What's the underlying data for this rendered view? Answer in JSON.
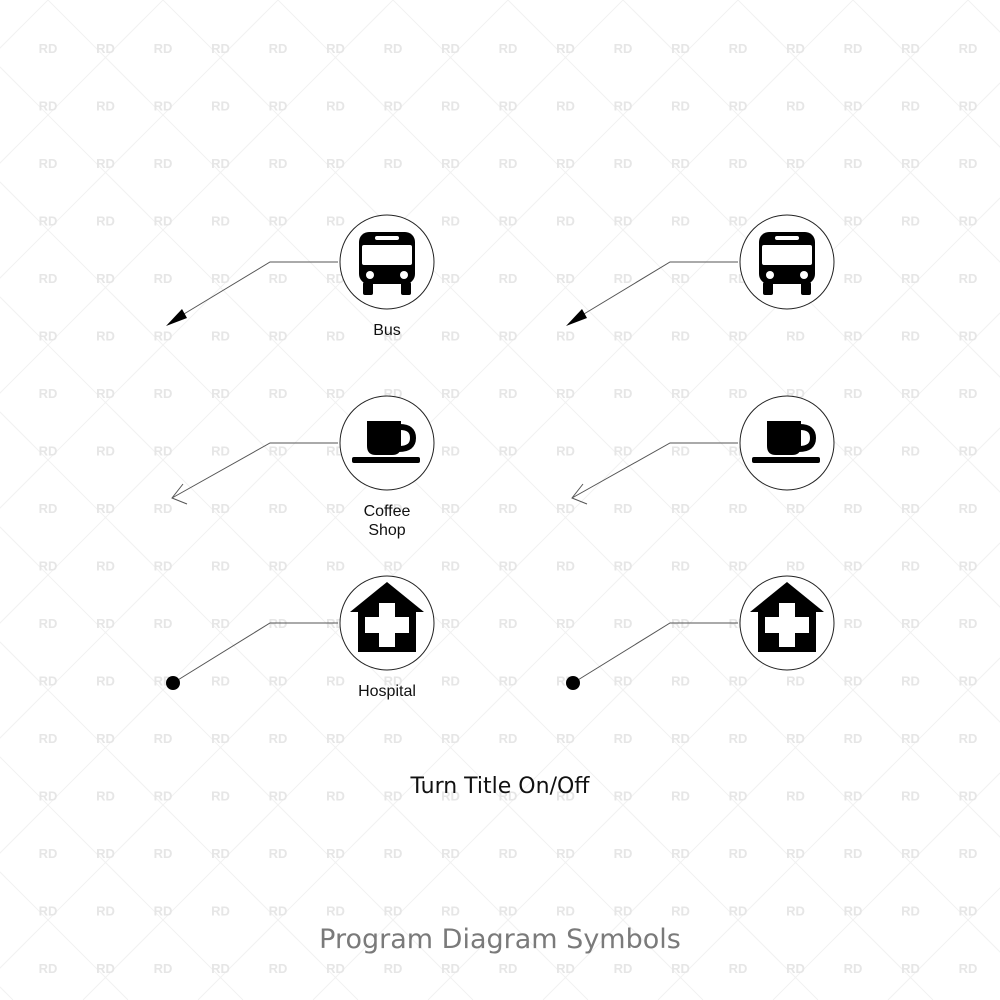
{
  "watermark": {
    "text": "RD",
    "color": "#e6e6e6"
  },
  "colors": {
    "stroke": "#222222",
    "icon_fill": "#000000",
    "leader": "#555555"
  },
  "symbols": {
    "bus": {
      "icon": "bus-icon",
      "label": "Bus",
      "terminator": "arrow-filled"
    },
    "coffee": {
      "icon": "coffee-cup-icon",
      "label_lines": [
        "Coffee",
        "Shop"
      ],
      "terminator": "arrow-open"
    },
    "hospital": {
      "icon": "hospital-icon",
      "label": "Hospital",
      "terminator": "dot"
    }
  },
  "footer_note": "Turn Title On/Off",
  "page_title": "Program Diagram Symbols"
}
